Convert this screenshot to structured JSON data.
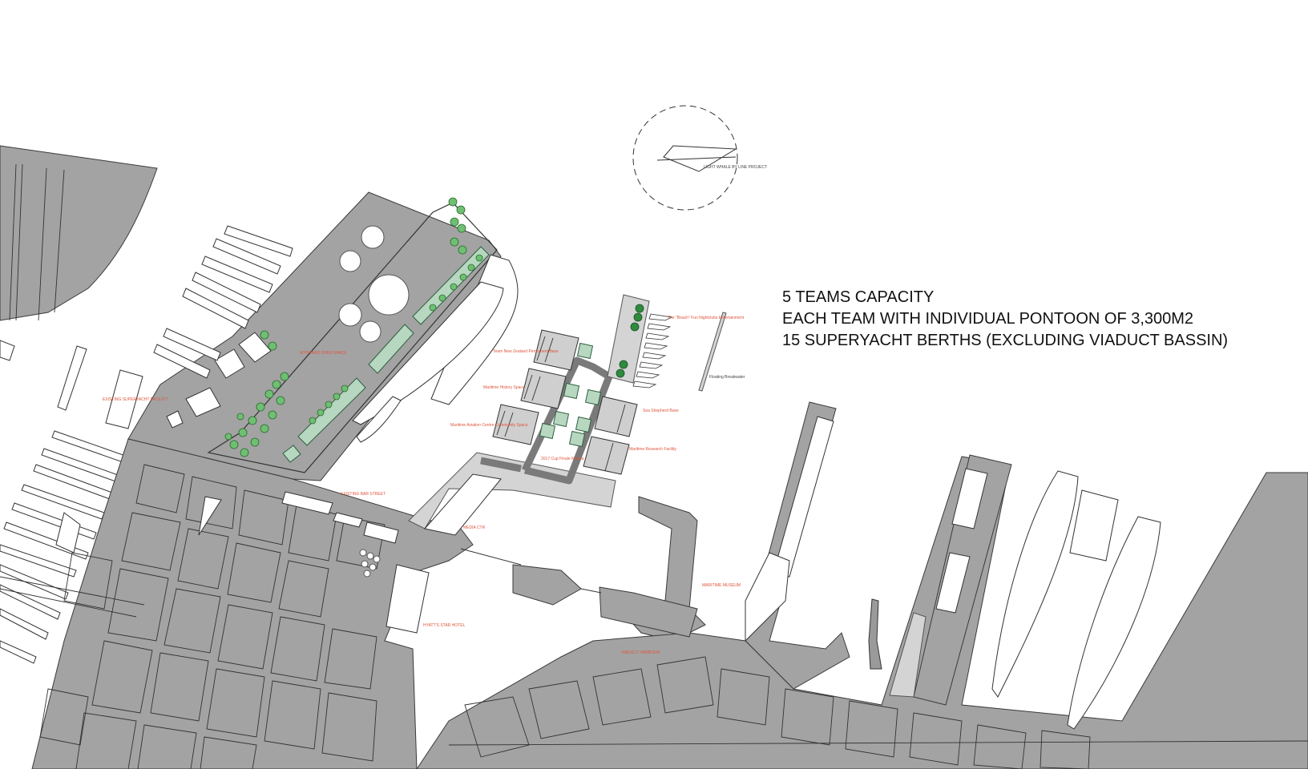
{
  "capacity_lines": [
    "5 TEAMS CAPACITY",
    "EACH TEAM WITH INDIVIDUAL PONTOON OF 3,300M2",
    "15 SUPERYACHT BERTHS (EXCLUDING VIADUCT BASSIN)"
  ],
  "annotations": {
    "existing_bar_street": "EXISTING BAR STREET",
    "viaduct_harbour": "VIADUCT HARBOUR",
    "hyatt_star_hotel": "HYATT'S STAR HOTEL",
    "maritime_museum": "MARITIME MUSEUM",
    "existing_superyacht": "EXISTING SUPERYACHT FACILITY",
    "floating_breakwater": "Floating Breakwater",
    "light_whale": "LIGHT WHALE BY LINE PROJECT",
    "team_nz": "Team New Zealand Permanent Base",
    "maritime_history": "Maritime History Space",
    "maritime_aviation": "Maritime Aviation Centre Community Space",
    "sea_shepherd": "Sea Shepherd Base",
    "maritime_research": "Maritime Research Facility",
    "the_beach": "The \"Beach\" Fun Nightclubs Entertainment",
    "club_finale": "2017 Cup Finale Marina",
    "media_centre": "MEDIA CTR",
    "open_space": "WYNYARD OPEN SPACE"
  },
  "colors": {
    "land": "#a3a3a3",
    "annotation": "#e0553b",
    "green_roof": "#b7d7c0",
    "tree": "#6fbf73"
  }
}
